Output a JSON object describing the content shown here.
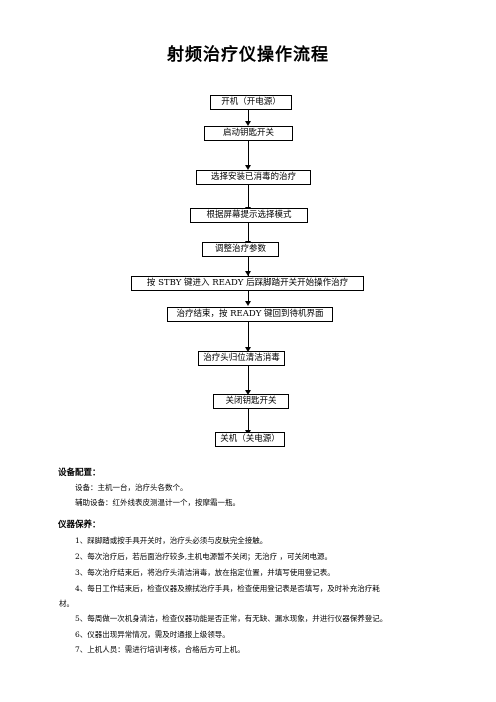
{
  "title": "射频治疗仪操作流程",
  "flow": {
    "steps": [
      "开机（开电源）",
      "启动钥匙开关",
      "选择安装已消毒的治疗",
      "根据屏幕提示选择模式",
      "调整治疗参数",
      "按 STBY 键进入 READY 后踩脚踏开关开始操作治疗",
      "治疗结束，按 READY 键回到待机界面",
      "治疗头归位清洁消毒",
      "关闭钥匙开关",
      "关机（关电源）"
    ]
  },
  "config": {
    "heading": "设备配置：",
    "lines": [
      "设备：主机一台，治疗头各数个。",
      "辅助设备：红外线表皮测温计一个，按摩霜一瓶。"
    ]
  },
  "maintenance": {
    "heading": "仪器保养：",
    "lines": [
      "1、踩脚踏或按手具开关时，治疗头必须与皮肤完全接触。",
      "2、每次治疗后，若后面治疗较多,主机电源暂不关闭；无治疗 ，可关闭电源。",
      "3、每次治疗结束后，将治疗头清洁消毒，放在指定位置，并填写使用登记表。",
      "4、每日工作结束后，检查仪器及擦拭治疗手具，检查使用登记表是否填写，及时补充治疗耗",
      "材。",
      "5、每周做一次机身清洁，检查仪器功能是否正常，有无缺、漏水现象，并进行仪器保养登记。",
      "6、仪器出现异常情况，需及时通报上级领导。",
      "7、上机人员：需进行培训考核，合格后方可上机。"
    ]
  }
}
